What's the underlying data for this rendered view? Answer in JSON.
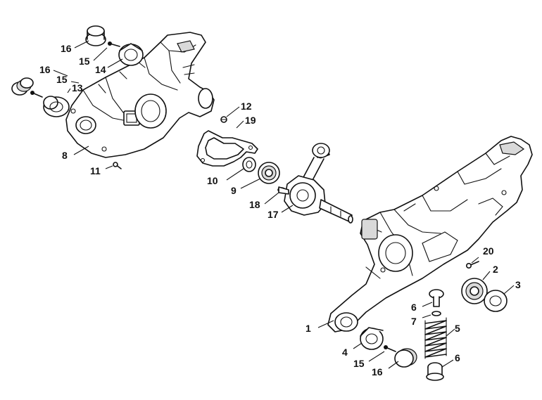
{
  "callouts": {
    "c1": "1",
    "c2": "2",
    "c3": "3",
    "c4": "4",
    "c5": "5",
    "c6a": "6",
    "c6b": "6",
    "c7": "7",
    "c8": "8",
    "c9": "9",
    "c10": "10",
    "c11": "11",
    "c12": "12",
    "c13": "13",
    "c14": "14",
    "c15a": "15",
    "c15b": "15",
    "c15c": "15",
    "c16a": "16",
    "c16b": "16",
    "c16c": "16",
    "c17": "17",
    "c18": "18",
    "c19": "19",
    "c20": "20"
  },
  "colors": {
    "line": "#111111",
    "background": "#ffffff",
    "shade": "#d9d9d9"
  }
}
